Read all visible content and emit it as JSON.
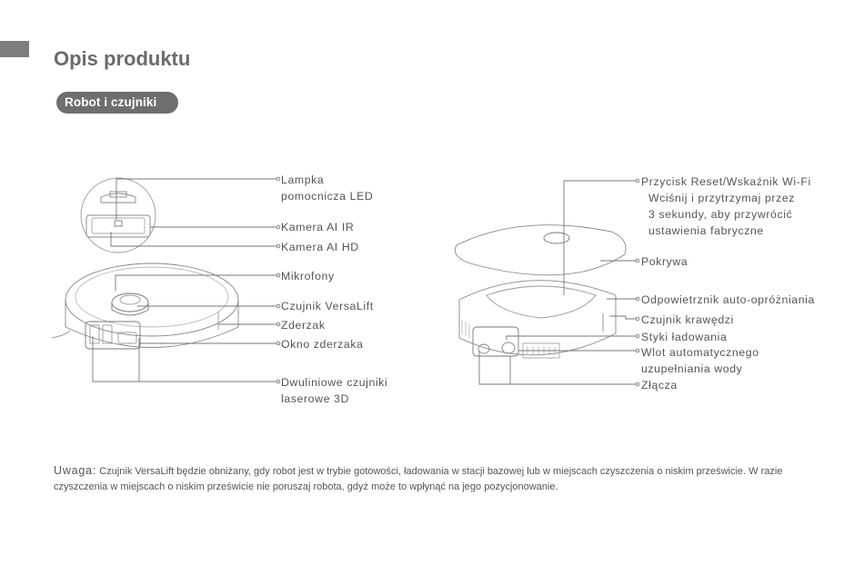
{
  "header": {
    "title": "Opis produktu",
    "section": "Robot i czujniki"
  },
  "left_labels": {
    "led": [
      "Lampka",
      "pomocnicza LED"
    ],
    "ir": "Kamera AI IR",
    "hd": "Kamera AI HD",
    "mic": "Mikrofony",
    "versalift": "Czujnik VersaLift",
    "bumper": "Zderzak",
    "bumper_window": "Okno zderzaka",
    "laser": [
      "Dwuliniowe czujniki",
      "laserowe 3D"
    ]
  },
  "right_labels": {
    "reset": "Przycisk Reset/Wskaźnik Wi-Fi",
    "reset_desc": [
      "Wciśnij i przytrzymaj przez",
      "3 sekundy, aby przywrócić",
      "ustawienia fabryczne"
    ],
    "cover": "Pokrywa",
    "vent": "Odpowietrznik auto-opróżniania",
    "edge": "Czujnik krawędzi",
    "contacts": "Styki ładowania",
    "water": [
      "Wlot automatycznego",
      "uzupełniania wody"
    ],
    "ports": "Złącza"
  },
  "note": {
    "prefix": "Uwaga:",
    "text": "Czujnik VersaLift będzie obniżany, gdy robot jest w trybie gotowości, ładowania w stacji bazowej lub w miejscach czyszczenia o niskim prześwicie. W razie czyszczenia w miejscach o niskim prześwicie nie poruszaj robota, gdyż może to wpłynąć na jego pozycjonowanie."
  }
}
